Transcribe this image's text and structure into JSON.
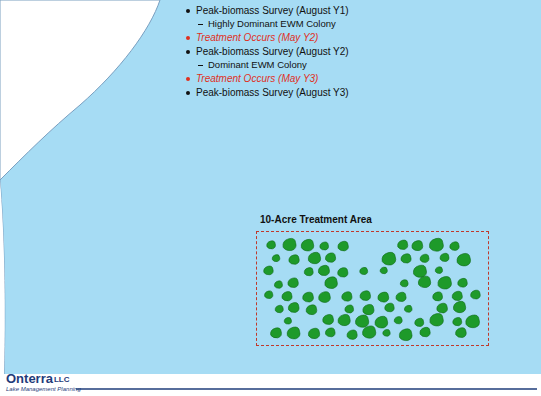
{
  "diagram": {
    "nodes": [
      {
        "text": [
          "10-Acre Treatment Area"
        ]
      }
    ],
    "labels": [
      "Peak-biomass Survey (August Y1)",
      "Highly Dominant EWM Colony",
      "Treatment Occurs (May Y2)",
      "Peak-biomass Survey (August Y2)",
      "Dominant EWM Colony",
      "Treatment Occurs (May Y3)",
      "Peak-biomass Survey (August Y3)",
      "Onterra",
      "LLC",
      "Lake Management Planning"
    ]
  }
}
